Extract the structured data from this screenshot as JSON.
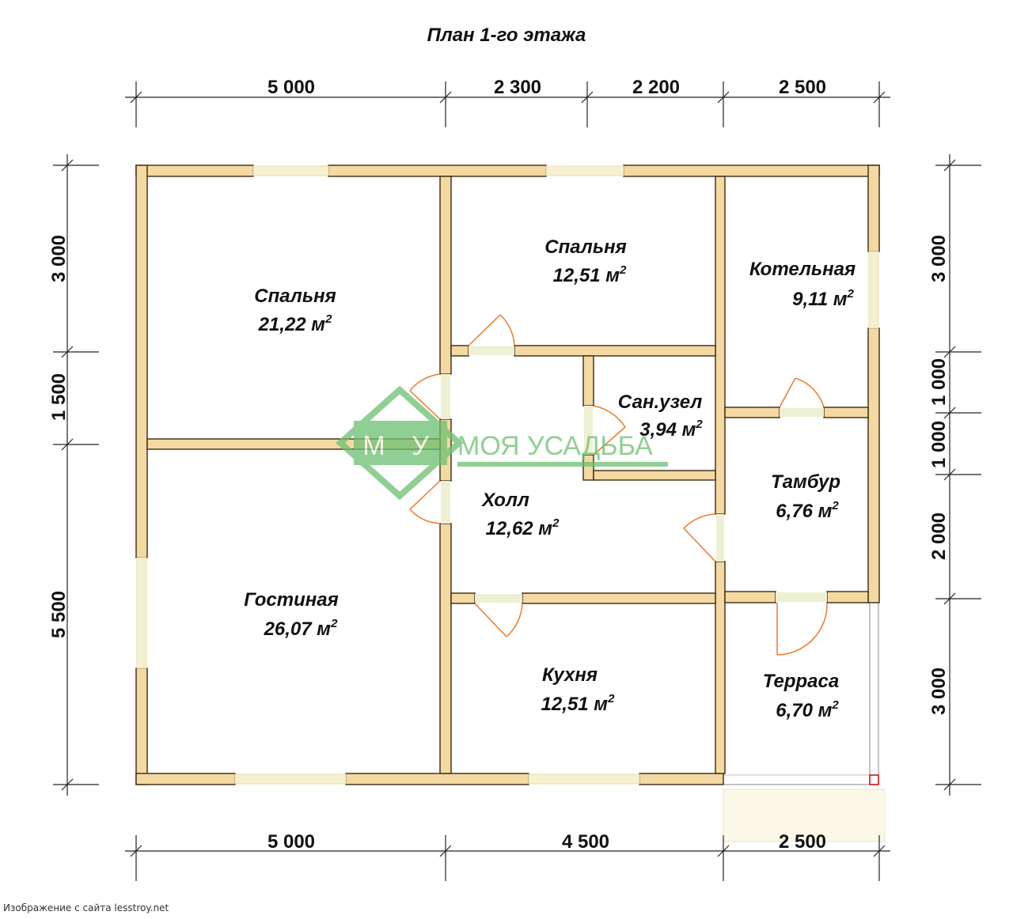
{
  "title": "План 1-го этажа",
  "dims_top": [
    "5 000",
    "2 300",
    "2 200",
    "2 500"
  ],
  "dims_bottom": [
    "5 000",
    "4 500",
    "2 500"
  ],
  "dims_left": [
    "3 000",
    "1 500",
    "5 500"
  ],
  "dims_right": [
    "3 000",
    "1 000",
    "1 000",
    "2 000",
    "3 000"
  ],
  "rooms": [
    {
      "name": "Спальня",
      "area": "21,22 м"
    },
    {
      "name": "Спальня",
      "area": "12,51 м"
    },
    {
      "name": "Котельная",
      "area": "9,11 м"
    },
    {
      "name": "Сан.узел",
      "area": "3,94 м"
    },
    {
      "name": "Тамбур",
      "area": "6,76 м"
    },
    {
      "name": "Холл",
      "area": "12,62 м"
    },
    {
      "name": "Гостиная",
      "area": "26,07 м"
    },
    {
      "name": "Кухня",
      "area": "12,51 м"
    },
    {
      "name": "Терраса",
      "area": "6,70 м"
    }
  ],
  "area_sup": "2",
  "watermark": {
    "logo_letters": "М У",
    "text": "МОЯ УСАДЬБА"
  },
  "credit": "Изображение с сайта lesstroy.net",
  "colors": {
    "wall": "#f4d9a2",
    "door": "#f07828",
    "watermark": "#6cc070"
  }
}
